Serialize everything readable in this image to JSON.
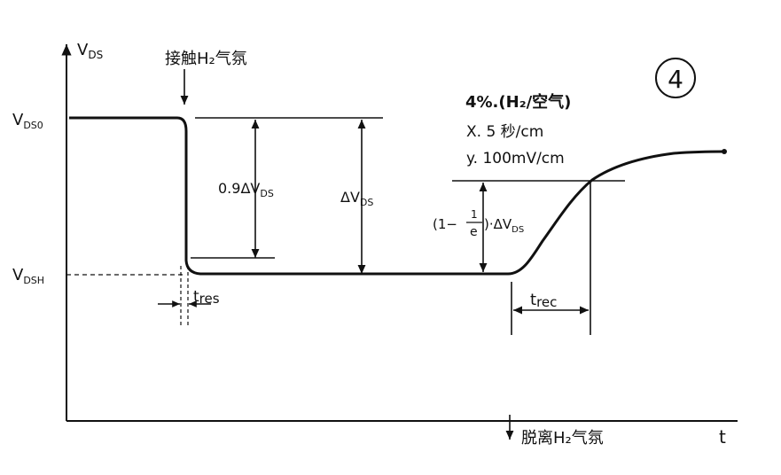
{
  "axes": {
    "y_label": "V",
    "y_label_sub": "DS",
    "x_label": "t"
  },
  "levels": {
    "high_label": "V",
    "high_label_sub": "DS0",
    "low_label": "V",
    "low_label_sub": "DSH"
  },
  "events": {
    "contact": "接触H₂气氛",
    "release": "脱离H₂气氛"
  },
  "annotations": {
    "delta_09": "0.9ΔV",
    "delta_09_sub": "DS",
    "delta_full": "ΔV",
    "delta_full_sub": "DS",
    "recovery_pre": "(1−",
    "recovery_num": "1",
    "recovery_den": "e",
    "recovery_post": ")·ΔV",
    "recovery_sub": "DS",
    "t_res": "t",
    "t_res_sub": "res",
    "t_rec": "t",
    "t_rec_sub": "rec"
  },
  "conditions": {
    "line1": "4%.(H₂/空气)",
    "line2": "X. 5 秒/cm",
    "line3": "y. 100mV/cm"
  },
  "figure_number": "4"
}
